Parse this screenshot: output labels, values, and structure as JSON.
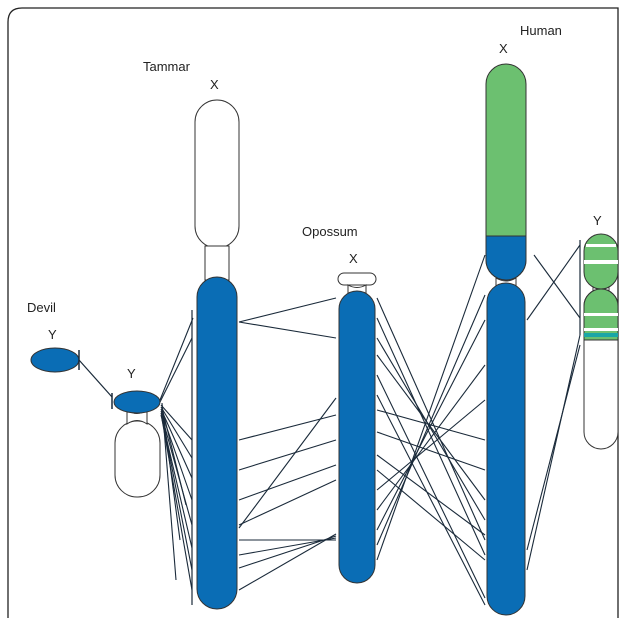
{
  "colors": {
    "frame": "#222222",
    "chromosome_fill": "#0a6db5",
    "green_band": "#6cc070",
    "teal_band": "#1aa6a6",
    "outline": "#333333",
    "line": "#1a2a3a"
  },
  "labels": {
    "devil_species": "Devil",
    "devil_chrom": "Y",
    "devil_y_chrom": "Y",
    "tammar_species": "Tammar",
    "tammar_chrom": "X",
    "opossum_species": "Opossum",
    "opossum_chrom": "X",
    "human_species": "Human",
    "human_x_chrom": "X",
    "human_y_chrom": "Y"
  }
}
